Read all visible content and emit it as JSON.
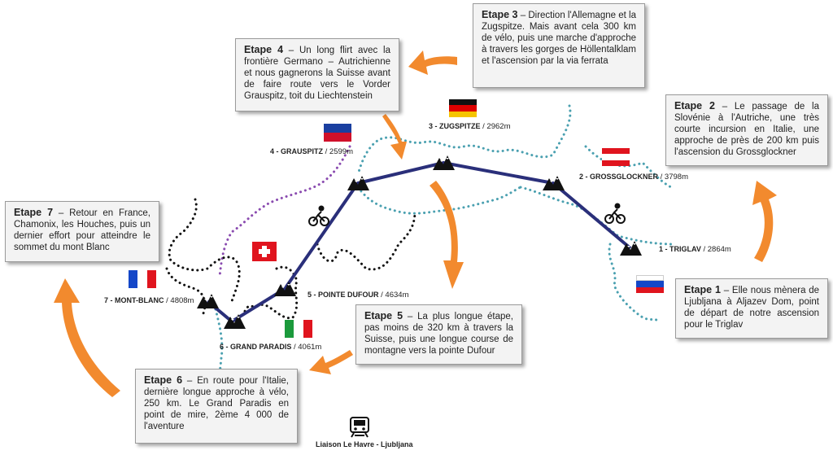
{
  "colors": {
    "route": "#2a2f7a",
    "arrow": "#f28a2e",
    "border_blue": "#4aa0b0",
    "border_black": "#111111",
    "border_purple": "#8a4bb0"
  },
  "stages": [
    {
      "title": "Etape 1",
      "text": "– Elle nous mènera de Ljubljana à Aljazev Dom, point de départ de notre ascension pour le Triglav"
    },
    {
      "title": "Etape 2",
      "text": "– Le passage de la Slovénie à l'Autriche, une très courte incursion en Italie, une approche de près de 200 km puis l'ascension du Grossglockner"
    },
    {
      "title": "Etape 3",
      "text": "– Direction l'Allemagne et la Zugspitze. Mais avant cela 300 km de vélo, puis une marche d'approche à travers les gorges de Höllentalklam et l'ascension par la via ferrata"
    },
    {
      "title": "Etape 4",
      "text": "– Un long flirt avec la frontière Germano – Autrichienne et nous gagnerons la Suisse avant de faire route vers le Vorder Grauspitz, toit du Liechtenstein"
    },
    {
      "title": "Etape 5",
      "text": "– La plus longue étape, pas moins de 320 km à travers la Suisse, puis une longue course de montagne vers la pointe Dufour"
    },
    {
      "title": "Etape 6",
      "text": "– En route pour l'Italie, dernière longue approche à vélo, 250 km. Le Grand Paradis en point de mire, 2ème 4 000 de l'aventure"
    },
    {
      "title": "Etape 7",
      "text": "– Retour en France, Chamonix, les Houches, puis un dernier effort pour atteindre le sommet du mont Blanc"
    }
  ],
  "peaks": [
    {
      "name": "1 - TRIGLAV",
      "alt": "/ 2864m"
    },
    {
      "name": "2 - GROSSGLOCKNER",
      "alt": "/ 3798m"
    },
    {
      "name": "3 - ZUGSPITZE",
      "alt": "/ 2962m"
    },
    {
      "name": "4 - GRAUSPITZ",
      "alt": "/ 2599m"
    },
    {
      "name": "5 - POINTE DUFOUR",
      "alt": "/ 4634m"
    },
    {
      "name": "6 - GRAND PARADIS",
      "alt": "/ 4061m"
    },
    {
      "name": "7 - MONT-BLANC",
      "alt": "/ 4808m"
    }
  ],
  "footer": {
    "liaison": "Liaison Le Havre - Ljubljana"
  },
  "icons": [
    "mountain-icon",
    "cyclist-icon",
    "train-icon"
  ]
}
